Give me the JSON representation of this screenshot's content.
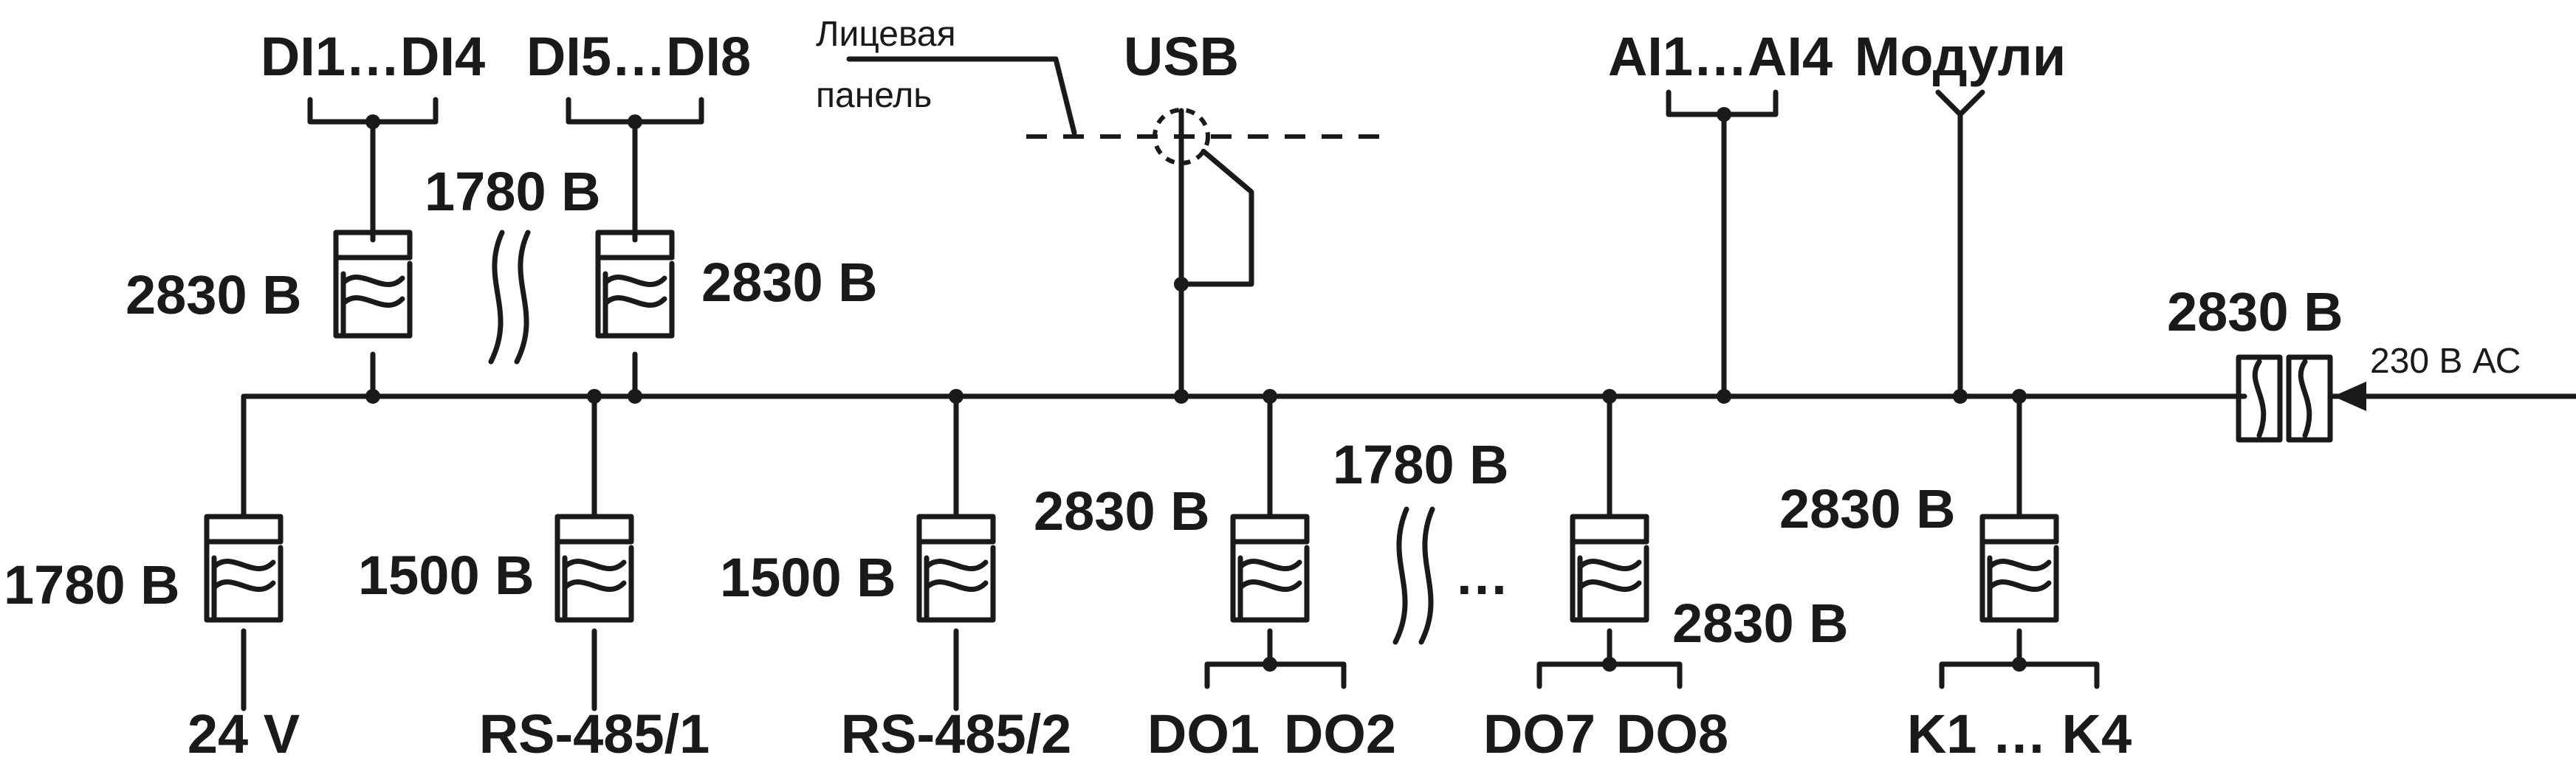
{
  "labels": {
    "di1_4": "DI1…DI4",
    "di5_8": "DI5…DI8",
    "front_panel_1": "Лицевая",
    "front_panel_2": "панель",
    "usb": "USB",
    "ai1_4": "AI1…AI4",
    "modules": "Модули",
    "v1780_top": "1780 В",
    "v2830_di1": "2830 В",
    "v2830_di5": "2830 В",
    "v2830_supply": "2830 В",
    "supply": "230 В АС",
    "v1780_24v": "1780 В",
    "v1500_rs1": "1500 В",
    "v1500_rs2": "1500 В",
    "v2830_do1": "2830 В",
    "v1780_do": "1780 В",
    "ellipsis": "…",
    "v2830_do7": "2830 В",
    "v2830_k": "2830 В",
    "out_24v": "24 V",
    "out_rs485_1": "RS-485/1",
    "out_rs485_2": "RS-485/2",
    "out_do1": "DO1",
    "out_do2": "DO2",
    "out_do7": "DO7",
    "out_do8": "DO8",
    "out_k": "K1 … K4"
  },
  "colors": {
    "ink": "#1a1a1a",
    "background": "#ffffff"
  },
  "icons": [
    "isolation-barrier-icon",
    "usb-connector-icon",
    "antenna-connector-icon",
    "input-arrow-icon"
  ]
}
